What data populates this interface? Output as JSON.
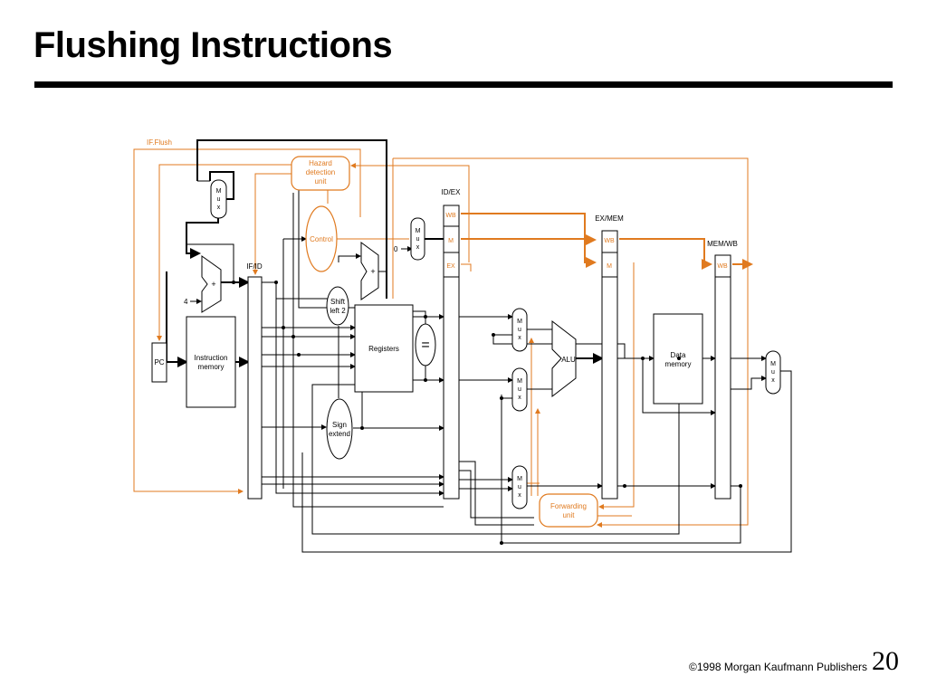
{
  "slide": {
    "title": "Flushing Instructions",
    "footer": "©1998 Morgan Kaufmann Publishers",
    "page_number": "20"
  },
  "colors": {
    "wire": "#000000",
    "control": "#e07a1f",
    "background": "#ffffff"
  },
  "diagram": {
    "if_flush": "IF.Flush",
    "hazard_unit": [
      "Hazard",
      "detection",
      "unit"
    ],
    "control": "Control",
    "forwarding_unit": [
      "Forwarding",
      "unit"
    ],
    "pc": "PC",
    "instruction_memory": [
      "Instruction",
      "memory"
    ],
    "registers": "Registers",
    "equals": "=",
    "shift_left": [
      "Shift",
      "left 2"
    ],
    "sign_extend": [
      "Sign",
      "extend"
    ],
    "alu": "ALU",
    "data_memory": [
      "Data",
      "memory"
    ],
    "plus": "+",
    "four": "4",
    "zero": "0",
    "mux": [
      "M",
      "u",
      "x"
    ],
    "pipeline_registers": [
      "IF/ID",
      "ID/EX",
      "EX/MEM",
      "MEM/WB"
    ],
    "control_fields": {
      "wb": "WB",
      "m": "M",
      "ex": "EX"
    }
  }
}
